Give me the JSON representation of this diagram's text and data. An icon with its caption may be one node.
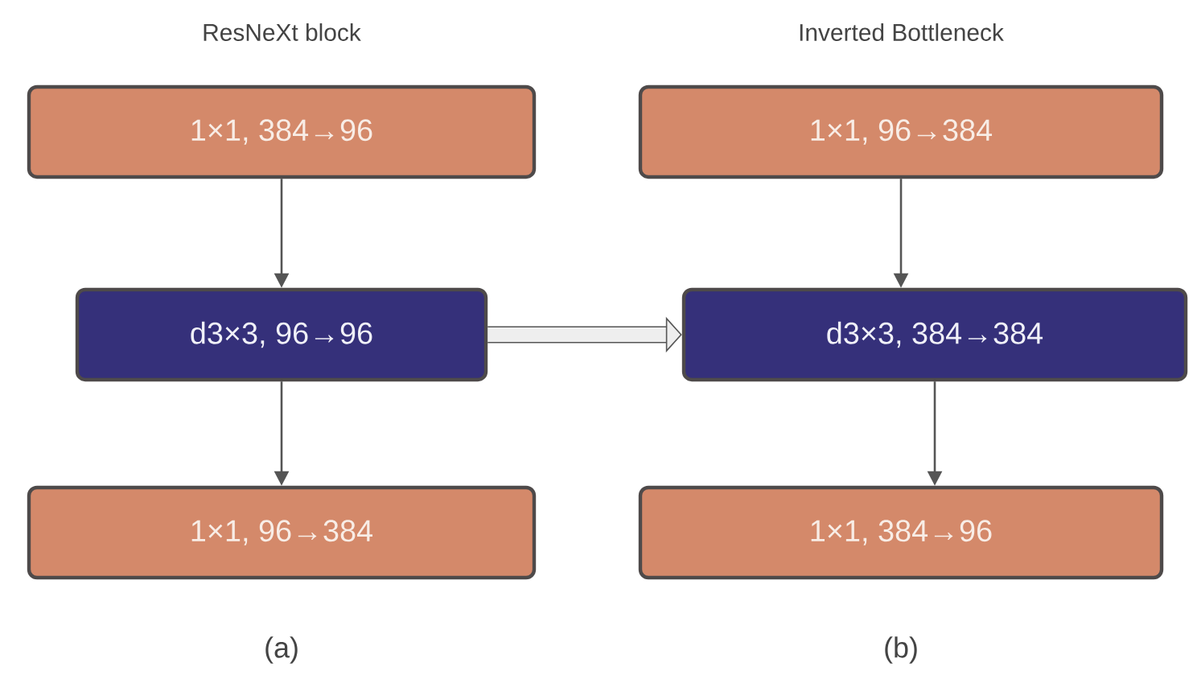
{
  "diagram": {
    "nodes": [
      {
        "text": [
          "1×1, 384→96"
        ]
      },
      {
        "text": [
          "d3×3, 96→96"
        ]
      },
      {
        "text": [
          "1×1, 96→384"
        ]
      },
      {
        "text": [
          "1×1, 96→384"
        ]
      },
      {
        "text": [
          "d3×3, 384→384"
        ]
      },
      {
        "text": [
          "1×1, 384→96"
        ]
      }
    ],
    "edges": [
      {
        "from": 0,
        "to": 1,
        "arrow": "to"
      },
      {
        "from": 1,
        "to": 2,
        "arrow": "to"
      },
      {
        "from": 3,
        "to": 4,
        "arrow": "to"
      },
      {
        "from": 4,
        "to": 5,
        "arrow": "to"
      },
      {
        "from": 1,
        "to": 4,
        "arrow": "to",
        "style": "thick"
      }
    ],
    "labels": [
      "ResNeXt block",
      "Inverted Bottleneck",
      "(a)",
      "(b)"
    ]
  }
}
